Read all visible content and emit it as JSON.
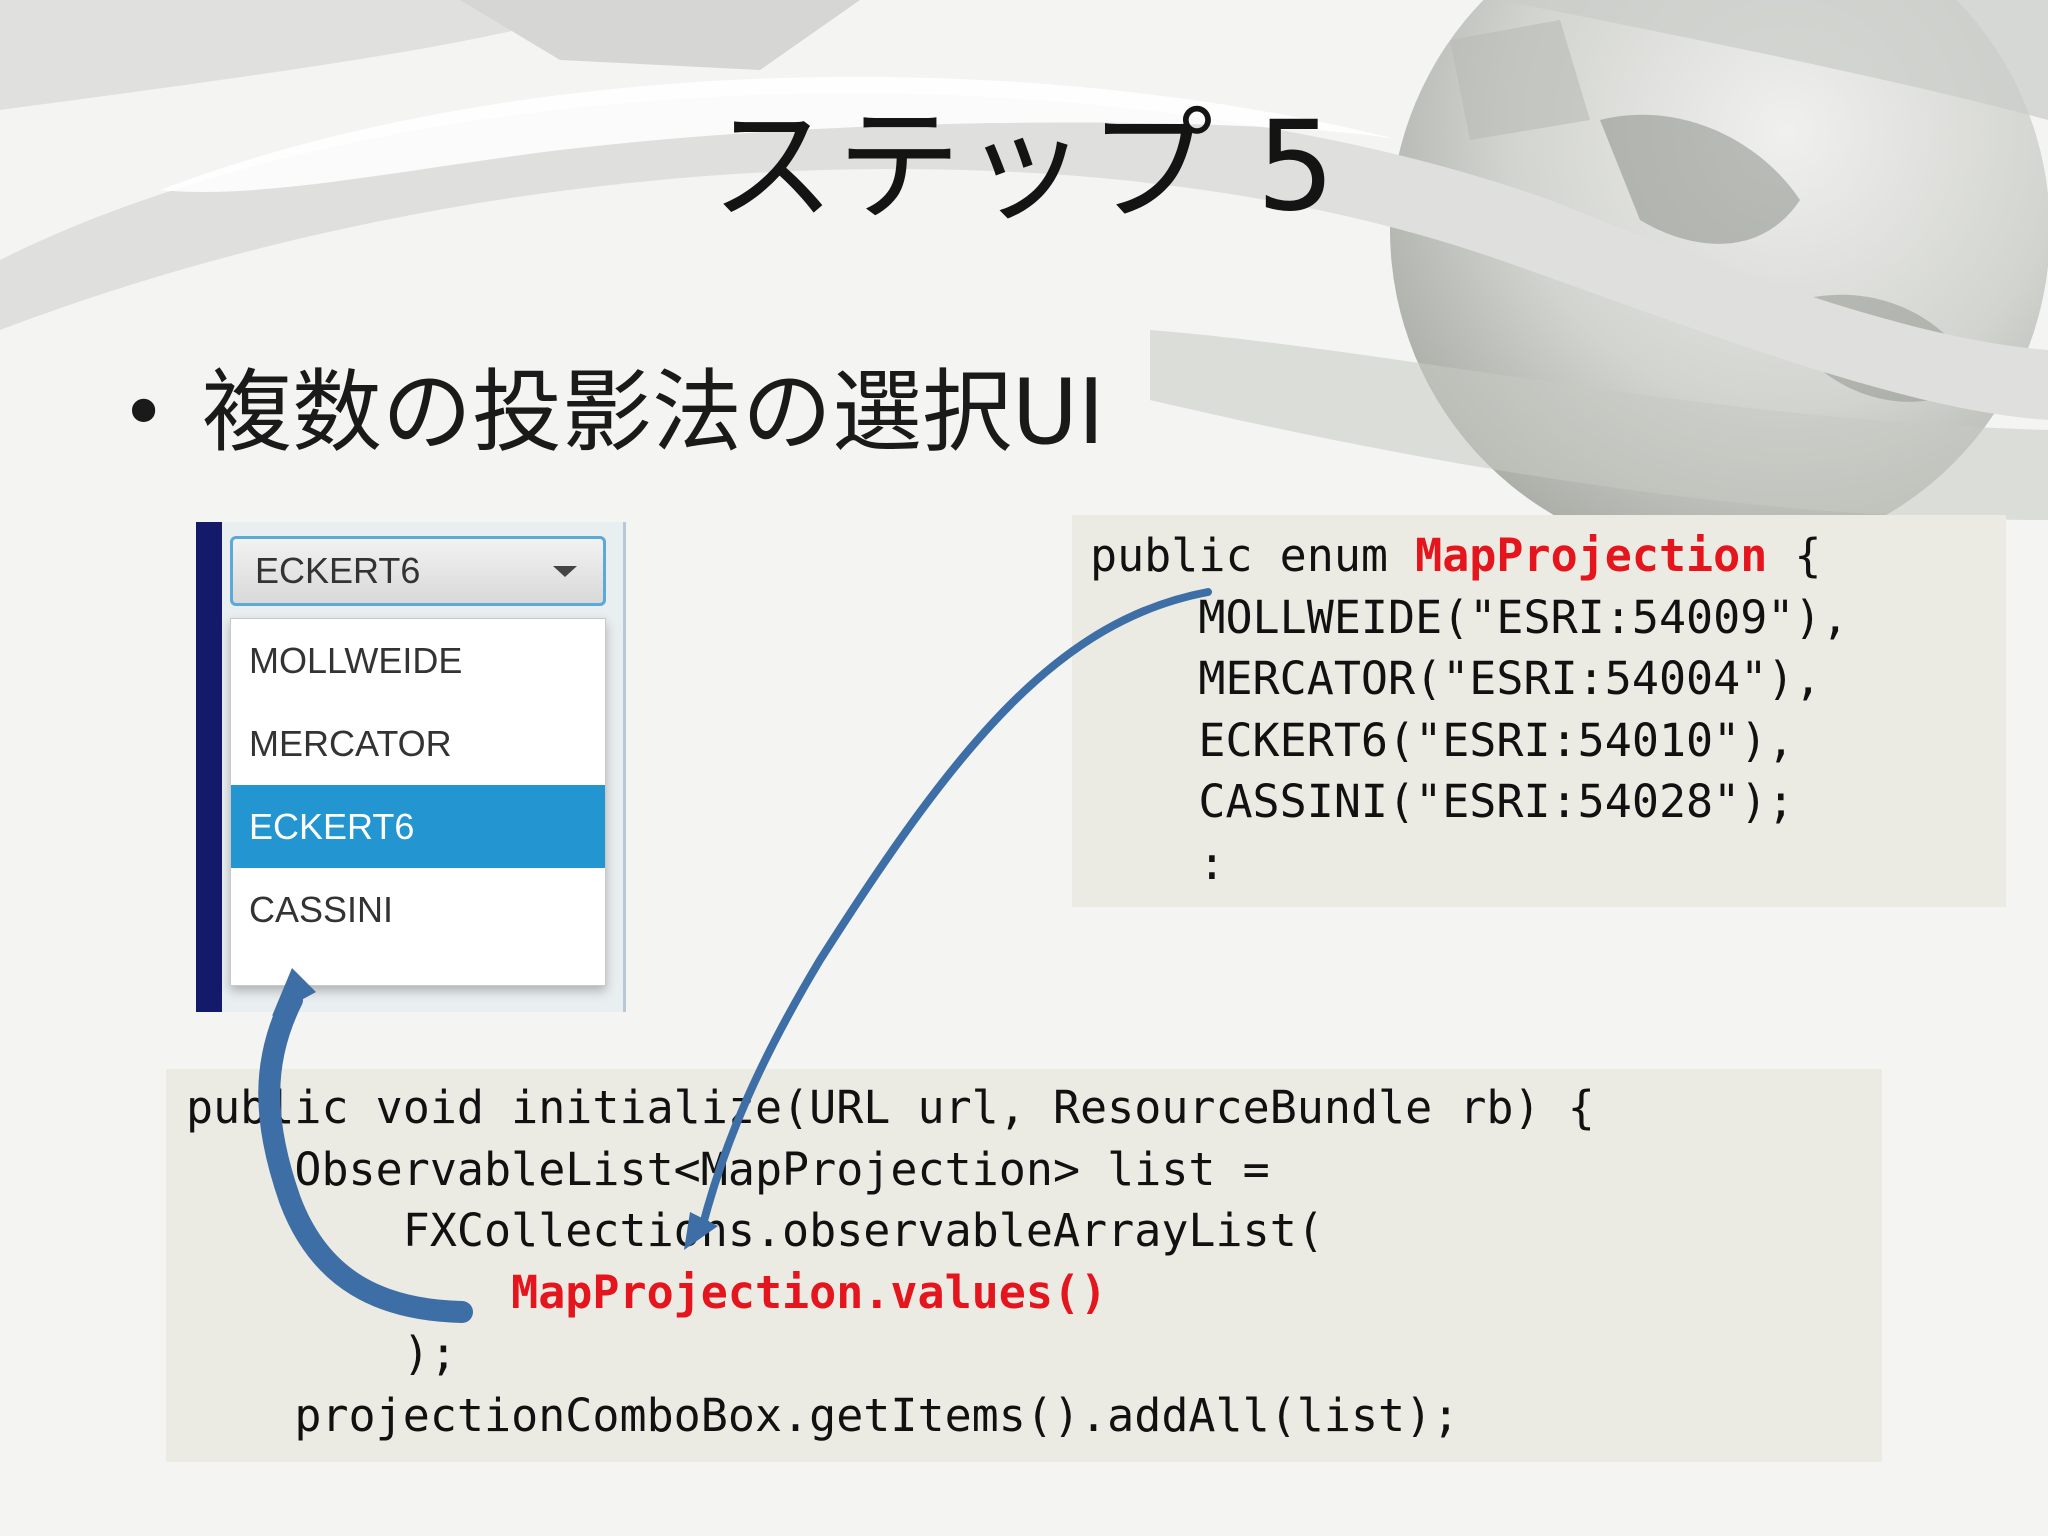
{
  "slide": {
    "title": "ステップ 5",
    "bullet": "複数の投影法の選択UI"
  },
  "combo": {
    "selected_value": "ECKERT6",
    "items": [
      "MOLLWEIDE",
      "MERCATOR",
      "ECKERT6",
      "CASSINI"
    ],
    "highlighted_item": "ECKERT6",
    "highlight_color": "#2395d1"
  },
  "enum_code": {
    "line1_prefix": "public enum ",
    "line1_highlight": "MapProjection",
    "line1_suffix": " {",
    "lines": [
      "    MOLLWEIDE(\"ESRI:54009\"),",
      "    MERCATOR(\"ESRI:54004\"),",
      "    ECKERT6(\"ESRI:54010\"),",
      "    CASSINI(\"ESRI:54028\");",
      "    :"
    ]
  },
  "init_code": {
    "lines_before": [
      "public void initialize(URL url, ResourceBundle rb) {",
      "    ObservableList<MapProjection> list =",
      "        FXCollections.observableArrayList("
    ],
    "highlight_indent": "            ",
    "highlight": "MapProjection.values()",
    "lines_after": [
      "        );",
      "    projectionComboBox.getItems().addAll(list);"
    ]
  },
  "colors": {
    "highlight_text": "#e4151c",
    "code_background": "#ecebe3",
    "arrow": "#3e6ea6"
  },
  "icons": {
    "dropdown": "chevron-down-icon",
    "arrow_enum_to_code": "curved-arrow",
    "arrow_code_to_combo": "curved-arrow"
  }
}
